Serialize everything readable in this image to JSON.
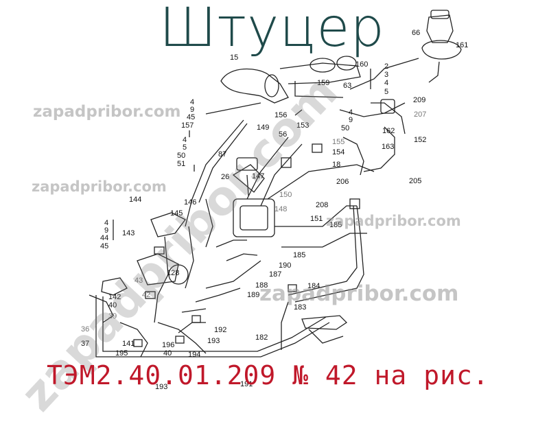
{
  "title": "Штуцер",
  "subtitle": "ТЭМ2.40.01.209 № 42 на рис.",
  "watermarks": {
    "small": "zapadpribor.com",
    "big": "zapadpribor.com"
  },
  "colors": {
    "title": "#1f4a4a",
    "subtitle": "#c0182a",
    "line": "#222222"
  },
  "labels": {
    "l66": "66",
    "l161": "161",
    "l15": "15",
    "l160": "160",
    "l159": "159",
    "l63": "63",
    "l2": "2",
    "l3": "3",
    "l4a": "4",
    "l5a": "5",
    "l209": "209",
    "l207": "207",
    "l162": "162",
    "l152": "152",
    "l4b": "4",
    "l9b": "9",
    "l50b": "50",
    "l4c": "4",
    "l9c": "9",
    "l45c": "45",
    "l157": "157",
    "l156": "156",
    "l149": "149",
    "l153": "153",
    "l56": "56",
    "l155": "155",
    "l154": "154",
    "l18": "18",
    "l163": "163",
    "l4d": "4",
    "l5d": "5",
    "l50d": "50",
    "l51d": "51",
    "l87": "87",
    "l147": "147",
    "l206": "206",
    "l205": "205",
    "l26": "26",
    "l150": "150",
    "l208": "208",
    "l151": "151",
    "l185a": "185",
    "l144": "144",
    "l146": "146",
    "l145": "145",
    "l148": "148",
    "l4e": "4",
    "l9e": "9",
    "l44e": "44",
    "l45e": "45",
    "l143": "143",
    "l185b": "185",
    "l190": "190",
    "l187": "187",
    "l128": "128",
    "l43": "43",
    "l188": "188",
    "l189": "189",
    "l184": "184",
    "l142": "142",
    "l42": "42",
    "l40a": "40",
    "l39": "39",
    "l183": "183",
    "l192": "192",
    "l36": "36",
    "l193": "193",
    "l37": "37",
    "l141": "141",
    "l196": "196",
    "l182": "182",
    "l195": "195",
    "l40b": "40",
    "l194": "194",
    "l191": "191",
    "l193b": "193"
  }
}
